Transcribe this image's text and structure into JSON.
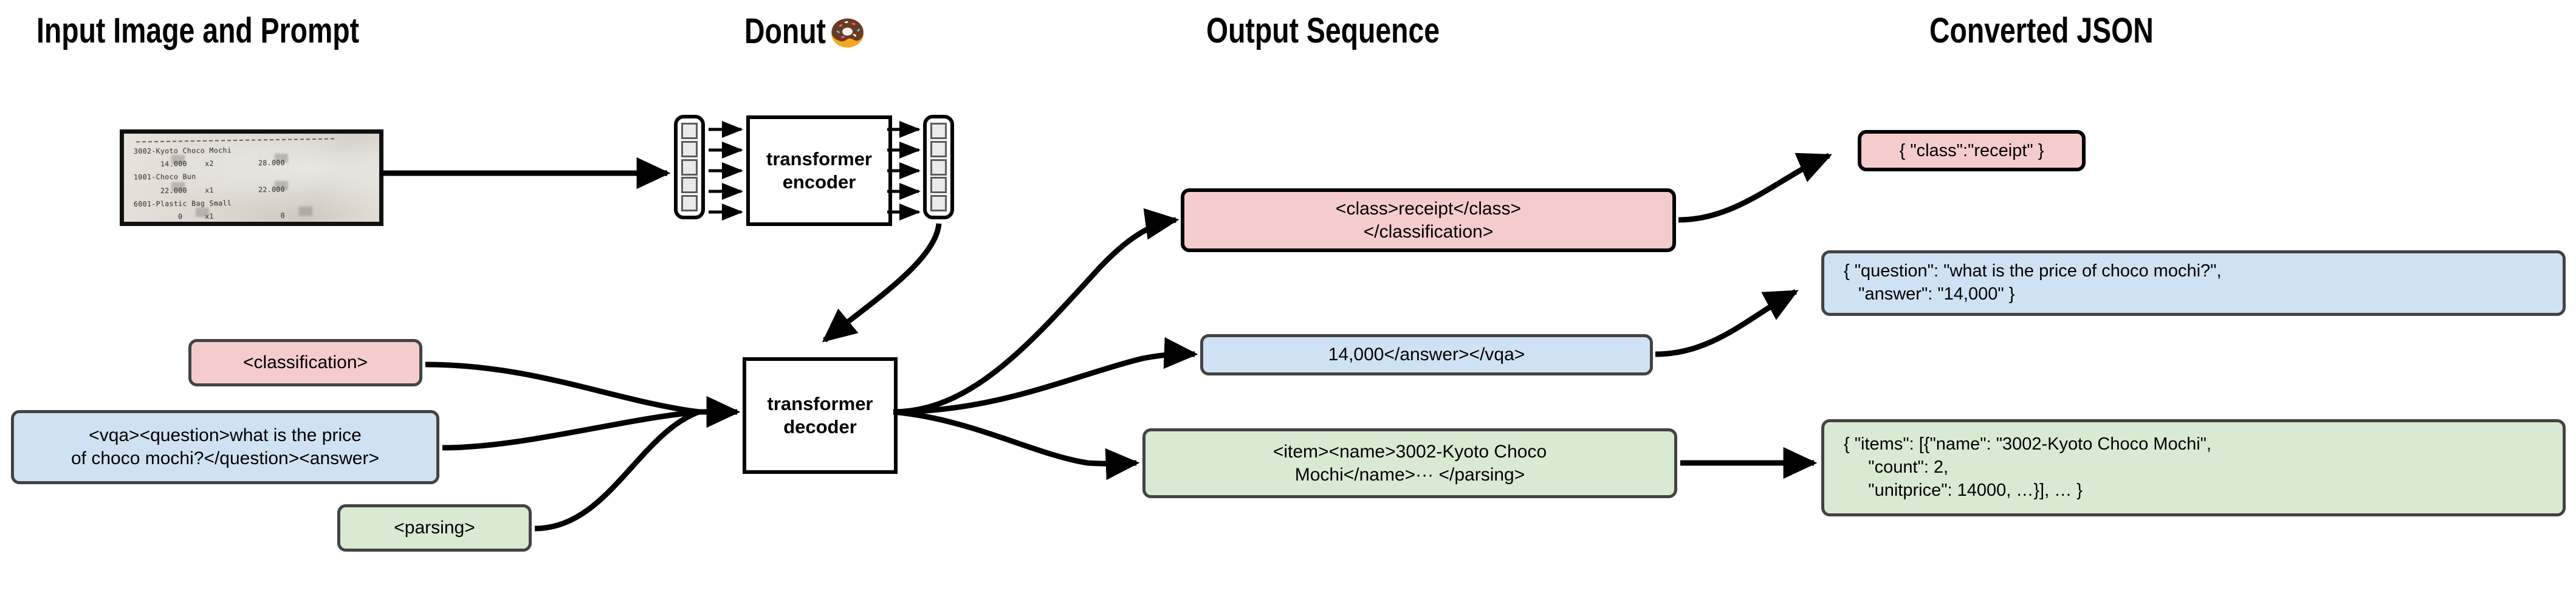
{
  "headers": {
    "input": "Input Image and Prompt",
    "donut": "Donut",
    "donut_emoji": "donut-emoji",
    "output": "Output Sequence",
    "json": "Converted JSON"
  },
  "receipt": {
    "alt": "photo of a printed receipt",
    "lines": [
      "3002-Kyoto Choco Mochi",
      "      14.000    x2          28.000",
      "1001-Choco Bun",
      "      22.000    x1          22.000",
      "6001-Plastic Bag Small",
      "          0     x1               0"
    ],
    "items": [
      {
        "name": "3002-Kyoto Choco Mochi",
        "unitprice": "14.000",
        "count": "x2",
        "total": "28.000"
      },
      {
        "name": "1001-Choco Bun",
        "unitprice": "22.000",
        "count": "x1",
        "total": "22.000"
      },
      {
        "name": "6001-Plastic Bag Small",
        "unitprice": "0",
        "count": "x1",
        "total": "0"
      }
    ]
  },
  "model": {
    "encoder_label": "transformer\nencoder",
    "decoder_label": "transformer\ndecoder",
    "encoder_input_tokens": 5,
    "encoder_output_tokens": 5
  },
  "prompts": [
    {
      "id": "classification",
      "text": "<classification>",
      "color": "#f4cccc"
    },
    {
      "id": "vqa",
      "text": "<vqa><question>what is the price\nof choco mochi?</question><answer>",
      "color": "#cfe2f3"
    },
    {
      "id": "parsing",
      "text": "<parsing>",
      "color": "#d9ead3"
    }
  ],
  "output_sequence": [
    {
      "id": "classification",
      "text": "<class>receipt</class>\n</classification>",
      "color": "#f4cccc"
    },
    {
      "id": "vqa",
      "text": "14,000</answer></vqa>",
      "color": "#cfe2f3"
    },
    {
      "id": "parsing",
      "text": "<item><name>3002-Kyoto Choco\nMochi</name>··· </parsing>",
      "color": "#d9ead3"
    }
  ],
  "converted_json": [
    {
      "id": "classification",
      "text": "{ \"class\":\"receipt\" }",
      "color": "#f4cccc"
    },
    {
      "id": "vqa",
      "text": "{ \"question\": \"what is the price of choco mochi?\",\n   \"answer\": \"14,000\" }",
      "color": "#cfe2f3"
    },
    {
      "id": "parsing",
      "text": "{ \"items\": [{\"name\": \"3002-Kyoto Choco Mochi\",\n     \"count\": 2,\n     \"unitprice\": 14000, …}], … }",
      "color": "#d9ead3"
    }
  ],
  "colors": {
    "pink": "#f4cccc",
    "blue": "#cfe2f3",
    "green": "#d9ead3",
    "box_border": "#434343",
    "stroke": "#000000",
    "token_fill": "#eaeaea",
    "token_border": "#5c5c5c",
    "background": "#ffffff"
  }
}
